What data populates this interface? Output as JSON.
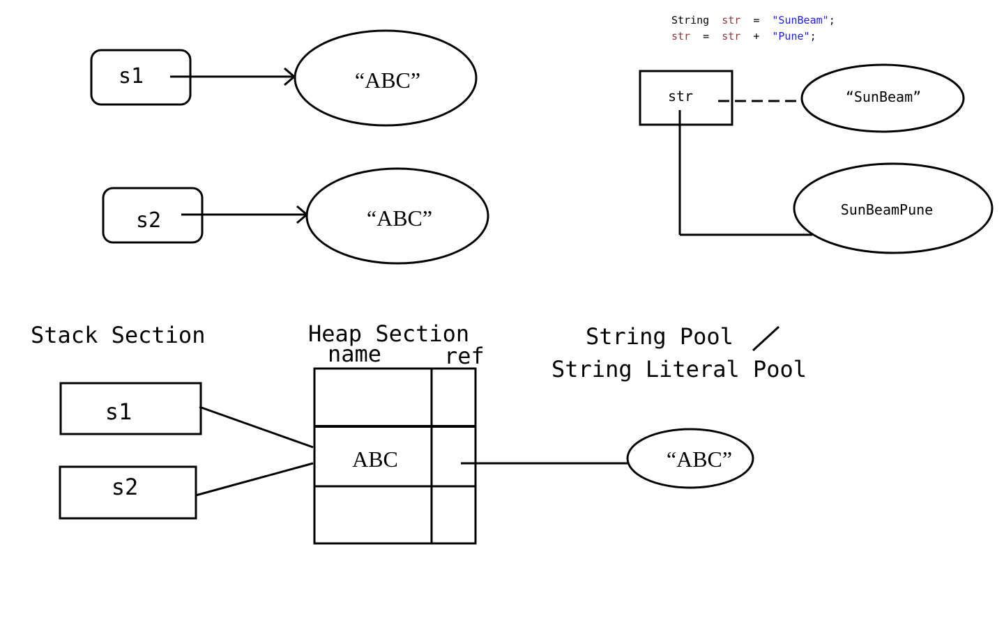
{
  "top_left": {
    "s1": {
      "var": "s1",
      "value": "“ABC”"
    },
    "s2": {
      "var": "s2",
      "value": "“ABC”"
    }
  },
  "code": {
    "line1": {
      "type": "String",
      "var": "str",
      "eq": "=",
      "literal": "\"SunBeam\"",
      "end": ";"
    },
    "line2": {
      "var": "str",
      "eq": "=",
      "var2": "str",
      "plus": "+",
      "literal": "\"Pune\"",
      "end": ";"
    }
  },
  "top_right": {
    "ref_var": "str",
    "old_value": "“SunBeam”",
    "new_value": "SunBeamPune"
  },
  "sections": {
    "stack": "Stack Section",
    "heap": "Heap Section",
    "heap_col_name": "name",
    "heap_col_ref": "ref",
    "pool_line1": "String Pool",
    "pool_line2": "String Literal Pool"
  },
  "bottom": {
    "stack_s1": "s1",
    "stack_s2": "s2",
    "heap_name": "ABC",
    "pool_value": "“ABC”"
  }
}
